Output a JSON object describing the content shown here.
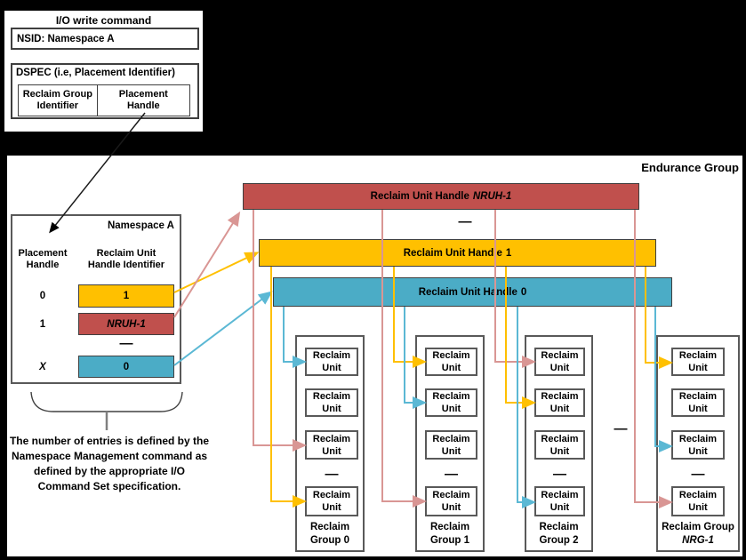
{
  "colors": {
    "red": "#C0504D",
    "yellow": "#FFC000",
    "blue": "#4BACC6",
    "connector_red": "#D99694",
    "connector_yellow": "#FFC000",
    "connector_blue": "#5BB8D4"
  },
  "io_box": {
    "title": "I/O write command",
    "nsid": "NSID: Namespace A",
    "dspec_title": "DSPEC (i.e, Placement Identifier)",
    "cells": [
      {
        "l1": "Reclaim Group",
        "l2": "Identifier"
      },
      {
        "l1": "Placement",
        "l2": "Handle"
      }
    ]
  },
  "endurance_group": {
    "label": "Endurance Group"
  },
  "bars": [
    {
      "prefix": "Reclaim Unit Handle",
      "suffix": "NRUH-1"
    },
    {
      "prefix": "Reclaim Unit Handle",
      "suffix": "1"
    },
    {
      "prefix": "Reclaim Unit Handle",
      "suffix": "0"
    }
  ],
  "namespace_table": {
    "title": "Namespace A",
    "col1": {
      "l1": "Placement",
      "l2": "Handle"
    },
    "col2": {
      "l1": "Reclaim Unit",
      "l2": "Handle Identifier"
    },
    "rows": [
      {
        "handle": "0",
        "value": "1"
      },
      {
        "handle": "1",
        "value": "NRUH-1"
      },
      {
        "handle": "X",
        "value": "0"
      }
    ]
  },
  "note": {
    "lines": [
      "The number of entries is defined by the",
      "Namespace Management command as",
      "defined by the appropriate I/O",
      "Command Set specification."
    ]
  },
  "groups": [
    {
      "name_l1": "Reclaim",
      "name_l2": "Group 0",
      "units": [
        "Reclaim Unit",
        "Reclaim Unit",
        "Reclaim Unit",
        "Reclaim Unit"
      ]
    },
    {
      "name_l1": "Reclaim",
      "name_l2": "Group 1",
      "units": [
        "Reclaim Unit",
        "Reclaim Unit",
        "Reclaim Unit",
        "Reclaim Unit"
      ]
    },
    {
      "name_l1": "Reclaim",
      "name_l2": "Group 2",
      "units": [
        "Reclaim Unit",
        "Reclaim Unit",
        "Reclaim Unit",
        "Reclaim Unit"
      ]
    },
    {
      "name_l1": "Reclaim Group",
      "name_l2": "NRG-1",
      "units": [
        "Reclaim Unit",
        "Reclaim Unit",
        "Reclaim Unit",
        "Reclaim Unit"
      ]
    }
  ],
  "dash": "—"
}
